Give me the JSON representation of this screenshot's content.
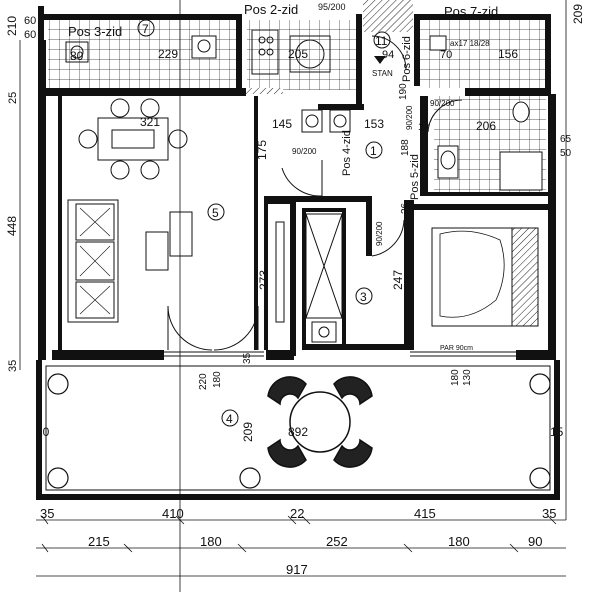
{
  "headers": {
    "pos3": "Pos 3-zid",
    "pos2": "Pos 2-zid",
    "pos2_dim": "95/200",
    "pos7": "Pos 7-zid",
    "pos4": "Pos 4-zid",
    "pos5": "Pos 5-zid",
    "pos6": "Pos 6-zid",
    "stan": "STAN"
  },
  "rooms": {
    "r1": "1",
    "r3": "3",
    "r4": "4",
    "r5": "5",
    "r7": "7",
    "r11": "11"
  },
  "labels": {
    "top_210": "210",
    "top_60a": "60",
    "top_60b": "60",
    "top_209": "209",
    "d80": "80",
    "d229": "229",
    "d205": "205",
    "d94": "94",
    "d190": "190",
    "d70": "70",
    "d156": "156",
    "d_ax": "ax17 18/28",
    "d_90_200_top": "90/200",
    "d321": "321",
    "d145": "145",
    "d153": "153",
    "d_90_200_door": "90/200",
    "d175": "175",
    "d206": "206",
    "d_90_200_bath": "90/200",
    "d188": "188",
    "d26": "26",
    "d12": "12",
    "d65": "65",
    "d50": "50",
    "d_90_200_mid": "90/200",
    "d273": "273",
    "d247": "247",
    "par": "PAR 90cm",
    "d448": "448",
    "d25": "25",
    "d35_left": "35",
    "d35_mid": "35",
    "d220": "220",
    "d180a": "180",
    "d180b": "180",
    "d130": "130",
    "d209": "209",
    "d892": "892",
    "d10": "10",
    "d15": "15",
    "b_35a": "35",
    "b_410": "410",
    "b_22": "22",
    "b_415": "415",
    "b_35b": "35",
    "b_215": "215",
    "b_180a": "180",
    "b_252": "252",
    "b_180b": "180",
    "b_90": "90",
    "b_917": "917"
  }
}
